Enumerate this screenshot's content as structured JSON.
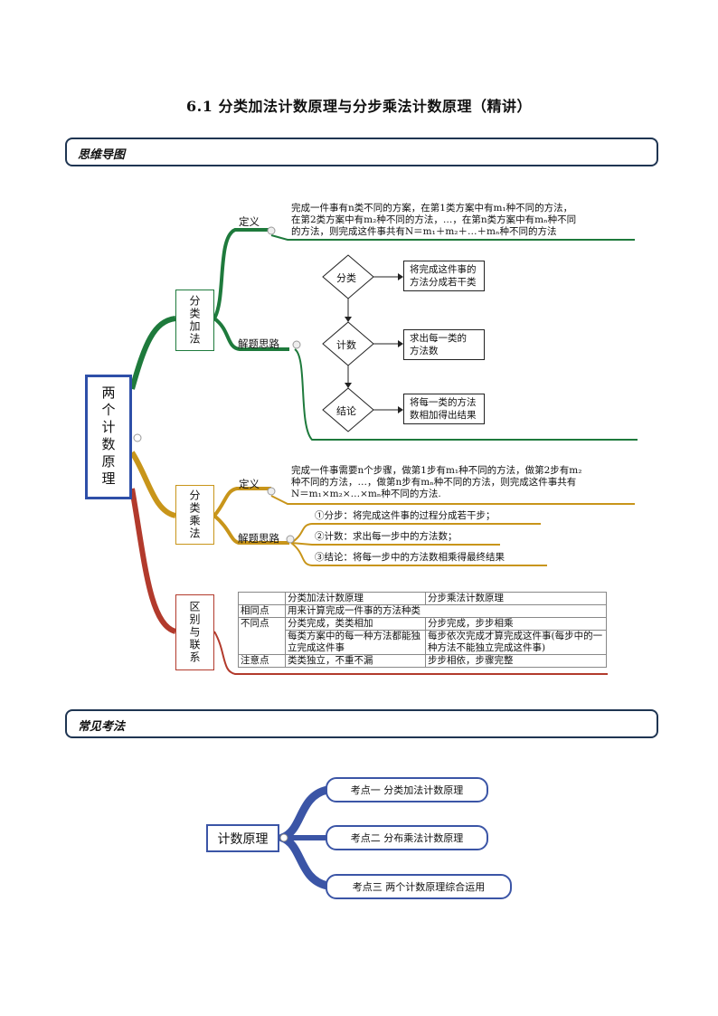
{
  "title": "6.1   分类加法计数原理与分步乘法计数原理（精讲）",
  "section1": "思维导图",
  "section2": "常见考法",
  "root": "两个计数原理",
  "add": {
    "label": "分类加法",
    "def_label": "定义",
    "def_lines": [
      "完成一件事有n类不同的方案，在第1类方案中有m₁种不同的方法，",
      "在第2类方案中有m₂种不同的方法，…，在第n类方案中有mₙ种不同",
      "的方法，则完成这件事共有N＝m₁＋m₂＋…＋mₙ种不同的方法"
    ],
    "idea_label": "解题思路",
    "flow": [
      {
        "step": "分类",
        "desc1": "将完成这件事的",
        "desc2": "方法分成若干类"
      },
      {
        "step": "计数",
        "desc1": "求出每一类的",
        "desc2": "方法数"
      },
      {
        "step": "结论",
        "desc1": "将每一类的方法",
        "desc2": "数相加得出结果"
      }
    ]
  },
  "mul": {
    "label": "分类乘法",
    "def_label": "定义",
    "def_lines": [
      "完成一件事需要n个步骤，做第1步有m₁种不同的方法，做第2步有m₂",
      "种不同的方法，…，做第n步有mₙ种不同的方法，则完成这件事共有",
      "N＝m₁×m₂×…×mₙ种不同的方法."
    ],
    "idea_label": "解题思路",
    "steps": [
      "①分步：将完成这件事的过程分成若干步；",
      "②计数：求出每一步中的方法数；",
      "③结论：将每一步中的方法数相乘得最终结果"
    ]
  },
  "diff": {
    "label": "区别与联系",
    "header": [
      "",
      "分类加法计数原理",
      "分步乘法计数原理"
    ],
    "same_label": "相同点",
    "same_text": "用来计算完成一件事的方法种类",
    "diff_label": "不同点",
    "diff_a1": "分类完成，类类相加",
    "diff_b1": "分步完成，步步相乘",
    "diff_a2": "每类方案中的每一种方法都能独立完成这件事",
    "diff_b2": "每步依次完成才算完成这件事(每步中的一种方法不能独立完成这件事)",
    "note_label": "注意点",
    "note_a": "类类独立，不重不漏",
    "note_b": "步步相依，步骤完整"
  },
  "exam": {
    "root": "计数原理",
    "items": [
      "考点一  分类加法计数原理",
      "考点二  分布乘法计数原理",
      "考点三  两个计数原理综合运用"
    ]
  },
  "colors": {
    "green": "#1e7a3c",
    "gold": "#c8951a",
    "red": "#b23a2c",
    "blue": "#3b55a6",
    "bar": "#1f3552"
  }
}
